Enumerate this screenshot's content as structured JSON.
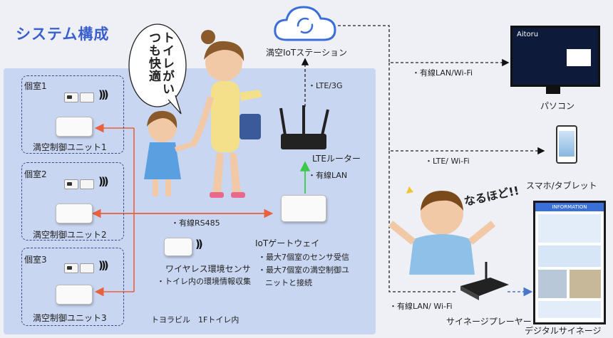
{
  "title": "システム構成",
  "building_label": "トヨラビル　1Fトイレ内",
  "rooms": [
    {
      "name": "個室1",
      "unit": "満空制御ユニット1"
    },
    {
      "name": "個室2",
      "unit": "満空制御ユニット2"
    },
    {
      "name": "個室3",
      "unit": "満空制御ユニット3"
    }
  ],
  "speech_bubble": "トイレがいつも快適",
  "cloud_label": "満空IoTステーション",
  "links": {
    "lte3g": "・LTE/3G",
    "wired_lan": "・有線LAN",
    "rs485": "・有線RS485",
    "pc_link": "・有線LAN/Wi-Fi",
    "phone_link": "・LTE/ Wi-Fi",
    "player_link": "・有線LAN/ Wi-Fi"
  },
  "router_label": "LTEルーター",
  "gateway": {
    "title": "IoTゲートウェイ",
    "features": [
      "・最大7個室のセンサ受信",
      "・最大7個室の満空制御ユ",
      "ニットと接続"
    ]
  },
  "sensor": {
    "title": "ワイヤレス環境センサ",
    "desc": "・トイレ内の環境情報収集"
  },
  "pc_label": "パソコン",
  "pc_logo": "Aitoru",
  "phone_label": "スマホ/タブレット",
  "boy_speech": "なるほど!!",
  "player_label": "サイネージプレーヤー",
  "signage_label": "デジタルサイネージ",
  "signage_header": "INFORMATION",
  "colors": {
    "title": "#3a5fd0",
    "building": "#c9d6f1",
    "orange_arrow": "#e8603c",
    "green_arrow": "#3cc84a",
    "blue_arrow": "#4a78c8",
    "cloud": "#3a6fd8"
  }
}
